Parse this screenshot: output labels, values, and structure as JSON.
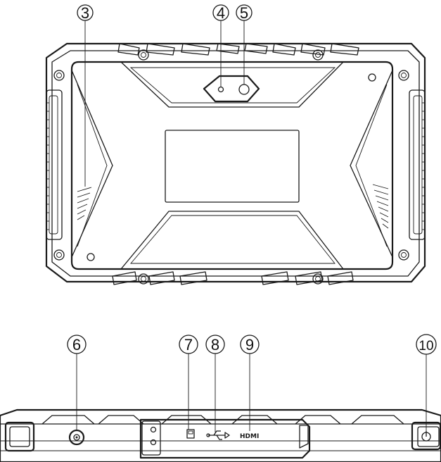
{
  "callouts": {
    "c3": "3",
    "c4": "4",
    "c5": "5",
    "c6": "6",
    "c7": "7",
    "c8": "8",
    "c9": "9",
    "c10": "10"
  },
  "ports": {
    "hdmi_label": "HDMI"
  }
}
